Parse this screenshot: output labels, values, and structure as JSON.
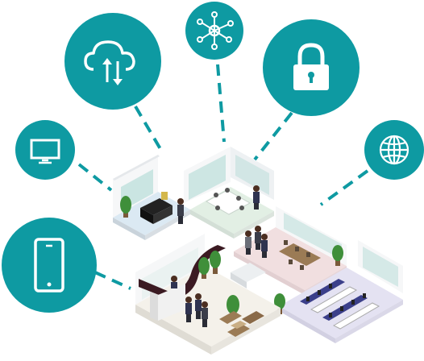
{
  "colors": {
    "accent": "#0e9aa2",
    "icon_fg": "#ffffff",
    "floor_blue": "#dbe9f3",
    "floor_green": "#e2efe4",
    "floor_pink": "#f1dfe0",
    "floor_lavender": "#e4e2f2",
    "floor_cream": "#f4f1ea",
    "wall_white": "#f6f7f8",
    "window_glass": "#bfe0dc",
    "counter_dark": "#3b1a22",
    "plant_green": "#3f8f3a",
    "table_brown": "#9b7b55"
  },
  "icons": [
    {
      "name": "smartphone-icon"
    },
    {
      "name": "monitor-icon"
    },
    {
      "name": "cloud-sync-icon"
    },
    {
      "name": "network-hub-icon"
    },
    {
      "name": "padlock-icon"
    },
    {
      "name": "globe-icon"
    }
  ],
  "rooms": [
    {
      "name": "reception-lobby"
    },
    {
      "name": "executive-office"
    },
    {
      "name": "meeting-room-green"
    },
    {
      "name": "conference-room-pink"
    },
    {
      "name": "workstation-room"
    }
  ]
}
